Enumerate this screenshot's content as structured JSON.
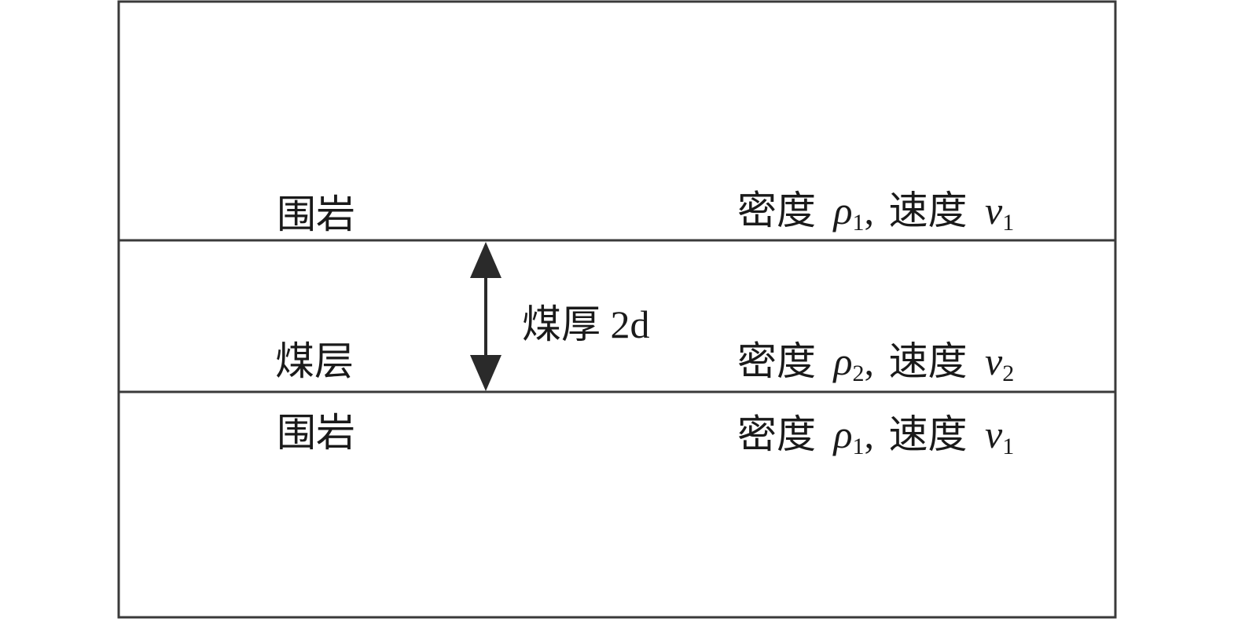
{
  "layers": [
    {
      "name": "围岩",
      "properties": {
        "density_label": "密度",
        "density_symbol": "ρ",
        "density_sub": "1",
        "sep": ",",
        "velocity_label": "速度",
        "velocity_symbol": "v",
        "velocity_sub": "1"
      }
    },
    {
      "name": "煤层",
      "properties": {
        "density_label": "密度",
        "density_symbol": "ρ",
        "density_sub": "2",
        "sep": ",",
        "velocity_label": "速度",
        "velocity_symbol": "v",
        "velocity_sub": "2"
      }
    },
    {
      "name": "围岩",
      "properties": {
        "density_label": "密度",
        "density_symbol": "ρ",
        "density_sub": "1",
        "sep": ",",
        "velocity_label": "速度",
        "velocity_symbol": "v",
        "velocity_sub": "1"
      }
    }
  ],
  "thickness_label": "煤厚 2d",
  "colors": {
    "line": "#3a3a3a",
    "arrow": "#2a2a2a",
    "text": "#1a1a1a"
  }
}
